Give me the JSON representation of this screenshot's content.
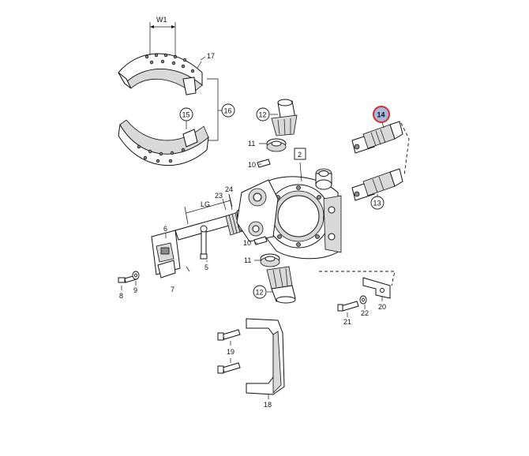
{
  "dimension_labels": {
    "width": "W1",
    "length": "LG"
  },
  "callouts": [
    {
      "id": "c2",
      "label": "2",
      "boxed": true
    },
    {
      "id": "c5",
      "label": "5"
    },
    {
      "id": "c6",
      "label": "6"
    },
    {
      "id": "c7",
      "label": "7"
    },
    {
      "id": "c8",
      "label": "8"
    },
    {
      "id": "c9",
      "label": "9"
    },
    {
      "id": "c10a",
      "label": "10"
    },
    {
      "id": "c10b",
      "label": "10"
    },
    {
      "id": "c11a",
      "label": "11"
    },
    {
      "id": "c11b",
      "label": "11"
    },
    {
      "id": "c12a",
      "label": "12",
      "circled": true
    },
    {
      "id": "c12b",
      "label": "12",
      "circled": true
    },
    {
      "id": "c13",
      "label": "13",
      "circled": true
    },
    {
      "id": "c14",
      "label": "14",
      "circled": true,
      "highlighted": true
    },
    {
      "id": "c15",
      "label": "15",
      "circled": true
    },
    {
      "id": "c16",
      "label": "16",
      "circled": true
    },
    {
      "id": "c17",
      "label": "17"
    },
    {
      "id": "c18",
      "label": "18"
    },
    {
      "id": "c19",
      "label": "19"
    },
    {
      "id": "c20",
      "label": "20"
    },
    {
      "id": "c21",
      "label": "21"
    },
    {
      "id": "c22",
      "label": "22"
    },
    {
      "id": "c23",
      "label": "23"
    },
    {
      "id": "c24",
      "label": "24"
    }
  ],
  "colors": {
    "highlight_ring": "#d32f2f",
    "highlight_fill": "#a9b6dd",
    "line": "#111111"
  }
}
